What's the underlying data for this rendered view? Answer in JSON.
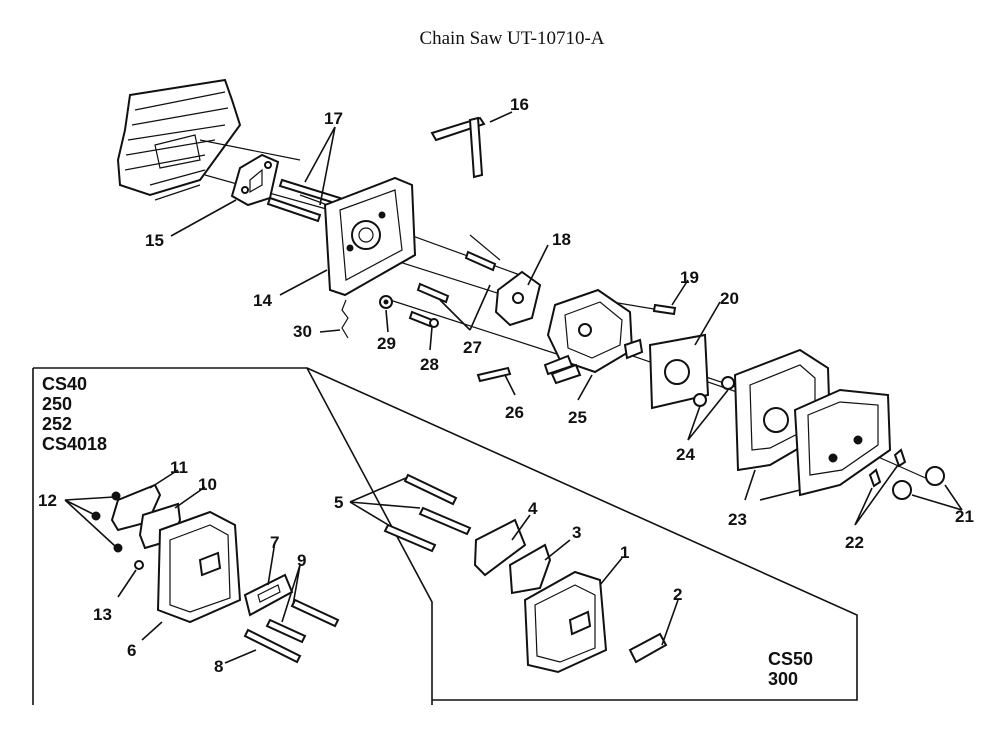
{
  "title": "Chain Saw UT-10710-A",
  "models_left": [
    "CS40",
    "250",
    "252",
    "CS4018"
  ],
  "models_right": [
    "CS50",
    "300"
  ],
  "part_numbers": {
    "p1": "1",
    "p2": "2",
    "p3": "3",
    "p4": "4",
    "p5": "5",
    "p6": "6",
    "p7": "7",
    "p8": "8",
    "p9": "9",
    "p10": "10",
    "p11": "11",
    "p12": "12",
    "p13": "13",
    "p14": "14",
    "p15": "15",
    "p16": "16",
    "p17": "17",
    "p18": "18",
    "p19": "19",
    "p20": "20",
    "p21": "21",
    "p22": "22",
    "p23": "23",
    "p24": "24",
    "p25": "25",
    "p26": "26",
    "p27": "27",
    "p28": "28",
    "p29": "29",
    "p30": "30"
  }
}
